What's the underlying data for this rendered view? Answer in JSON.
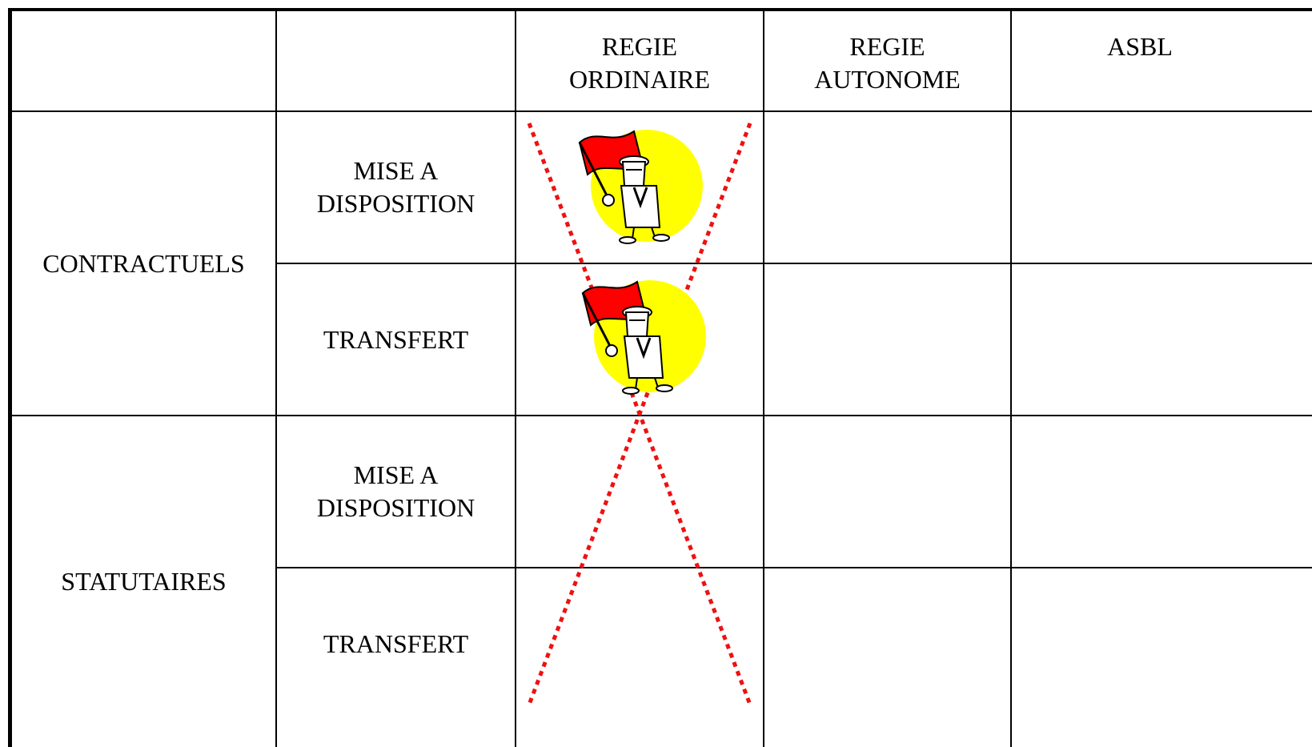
{
  "header": {
    "col_regie_ordinaire": "REGIE\nORDINAIRE",
    "col_regie_autonome": "REGIE\nAUTONOME",
    "col_asbl": "ASBL"
  },
  "groups": [
    {
      "label": "CONTRACTUELS",
      "rows": [
        "MISE A\nDISPOSITION",
        "TRANSFERT"
      ]
    },
    {
      "label": "STATUTAIRES",
      "rows": [
        "MISE A\nDISPOSITION",
        "TRANSFERT"
      ]
    }
  ],
  "colors": {
    "cross_red": "#ee1111",
    "flag_red": "#ff0000",
    "sun_yellow": "#ffff00"
  },
  "icons": [
    "flag-man-icon",
    "flag-man-icon",
    "red-cross-mark"
  ]
}
